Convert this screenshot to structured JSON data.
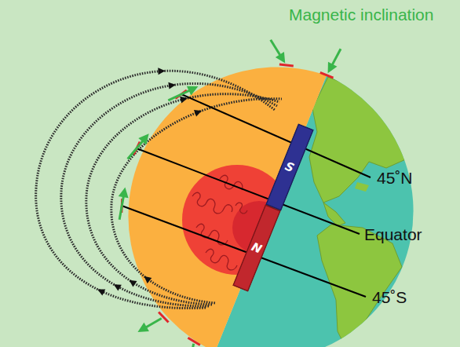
{
  "diagram": {
    "nodes": [
      {
        "text": [
          "S"
        ]
      },
      {
        "text": [
          "N"
        ]
      }
    ],
    "labels": [
      "Magnetic inclination",
      "45˚N",
      "Equator",
      "45˚S"
    ]
  }
}
